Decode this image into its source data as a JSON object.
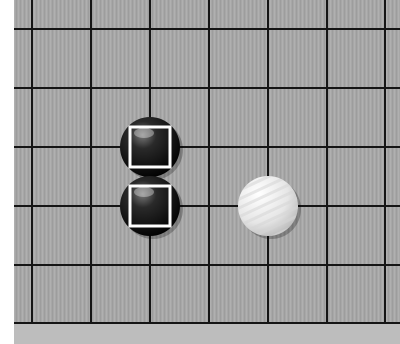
{
  "board": {
    "visible_columns": 7,
    "visible_rows": 6,
    "colors": {
      "wood": "#a7a7a7",
      "wood_grain": "#9a9a9a",
      "line": "#151515",
      "bottom_frame": "#bdbdbd",
      "black_stone": "#0b0b0b",
      "white_stone": "#ececec",
      "last_move_marker": "#ffffff"
    }
  },
  "stones": [
    {
      "color": "black",
      "col": 2,
      "row": 2,
      "marker": "square"
    },
    {
      "color": "black",
      "col": 2,
      "row": 3,
      "marker": "square"
    },
    {
      "color": "white",
      "col": 4,
      "row": 3,
      "marker": "none"
    }
  ]
}
